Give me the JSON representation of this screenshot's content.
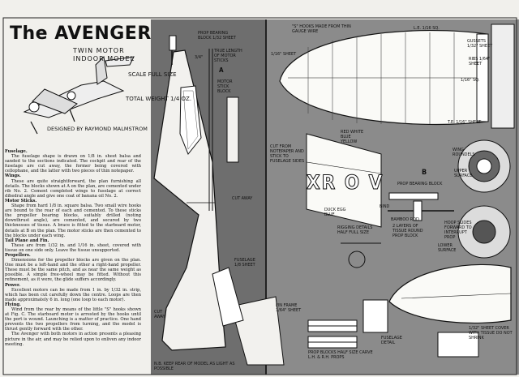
{
  "header": {
    "title": "The AVENGER",
    "subtitle": "TWIN MOTOR INDOOR MODEL",
    "scale": "SCALE FULL SIZE",
    "total_weight": "TOTAL WEIGHT 1/4 OZ.",
    "designer": "DESIGNED BY RAYMOND MALMSTROM"
  },
  "instructions": [
    {
      "heading": "Fuselage.",
      "paragraphs": [
        "The fuselage shape is drawn on 1/8 in. sheet balsa and sanded to the sections indicated. The cockpit and rear of the fuselage are cut away, the former being covered with cellophane, and the latter with two pieces of thin notepaper."
      ]
    },
    {
      "heading": "Wings.",
      "paragraphs": [
        "These are quite straightforward, the plan furnishing all details. The blocks shown at A on the plan, are cemented under rib No. 2. Cement completed wings to fuselage at correct dihedral angle and give one coat of banana oil No. 2."
      ]
    },
    {
      "heading": "Motor Sticks.",
      "paragraphs": [
        "Shape from hard 1/8 in. square balsa. Two small wire hooks are bound to the rear of each and cemented. To these sticks the propeller bearing blocks, suitably drilled (noting downthrust angle), are cemented, and secured by two thicknesses of tissue. A brace is fitted to the starboard motor, details at B on the plan. The motor sticks are then cemented to the blocks under each wing."
      ]
    },
    {
      "heading": "Tail Plane and Fin.",
      "paragraphs": [
        "These are from 1/32 in. and 1/16 in. sheet, covered with tissue on one side only. Leave the tissue unsupported."
      ]
    },
    {
      "heading": "Propellers.",
      "paragraphs": [
        "Dimensions for the propeller blocks are given on the plan. One must be a left-hand and the other a right-hand propeller. These must be the same pitch, and as near the same weight as possible. A simple free-wheel may be fitted. Without this refinement, as it were, the glide suffers accordingly."
      ]
    },
    {
      "heading": "Power.",
      "paragraphs": [
        "Excellent motors can be made from 1 in. by 1/32 in. strip, which has been cut carefully down the centre. Loops are then made approximately 6 in. long (one loop to each motor)."
      ]
    },
    {
      "heading": "Flying.",
      "paragraphs": [
        "Wind from the rear by means of the little \"S\" hooks shown at Fig. C. The starboard motor is arrested by the hooks until the port is wound. Launching is a matter of practice. One hand prevents the two propellers from turning, and the model is thrust gently forward with the other.",
        "The Avenger with both motors in action presents a pleasing picture in the air, and may be relied upon to enliven any indoor meeting."
      ]
    }
  ],
  "labels": {
    "prop_bearing_top": "PROP BEARING BLOCK 1/32 SHEET",
    "true_length": "TRUE LENGTH OF MOTOR STICKS",
    "dim_3_4": "3/4\"",
    "motor_stick_block": "MOTOR STICK BLOCK",
    "a": "A",
    "cut_away_mid": "CUT AWAY",
    "fuselage": "FUSELAGE 1/8 SHEET",
    "cut_away_low": "CUT AWAY",
    "s_hooks": "\"S\" HOOKS MADE FROM THIN GAUGE WIRE",
    "le": "L.E. 1/16 sq.",
    "sheet_116": "1/16\" SHEET",
    "gussets": "GUSSETS 1/32\" SHEET",
    "ribs": "RIBS 1/64\" SHEET",
    "sq_116": "1/16\" sq.",
    "te": "T.E. 1/16\" SHEET",
    "colors": "RED WHITE BLUE YELLOW",
    "cut_from_notepaper": "CUT FROM NOTEPAPER AND STICK TO FUSELAGE SIDES",
    "roundels": "WING ROUNDELS",
    "upper_surface": "UPPER SURFACE",
    "b": "B",
    "prop_bearing_b": "PROP BEARING BLOCK",
    "registration": "XR O V",
    "bind": "BIND",
    "bamboo_rod": "BAMBOO ROD",
    "tissue_holes": "2 LAYERS OF TISSUE ROUND PROP BLOCK",
    "duck_egg": "DUCK EGG BLUE",
    "rigging": "RIGGING DETAILS HALF FULL SIZE",
    "hoop_slides": "HOOP SLIDES FORWARD TO INTERRUPT PROP",
    "lower_surface": "LOWER SURFACE",
    "fin_frame": "FIN FRAME 1/64\" SHEET",
    "prop_blocks": "PROP BLOCKS HALF SIZE CARVE L.H. & R.H. PROPS",
    "fuselage_detail": "FUSELAGE DETAIL",
    "sheet_cover": "1/32\" SHEET COVER WITH TISSUE DO NOT SHRINK",
    "keep_rear": "N.B. KEEP REAR OF MODEL AS LIGHT AS POSSIBLE"
  }
}
